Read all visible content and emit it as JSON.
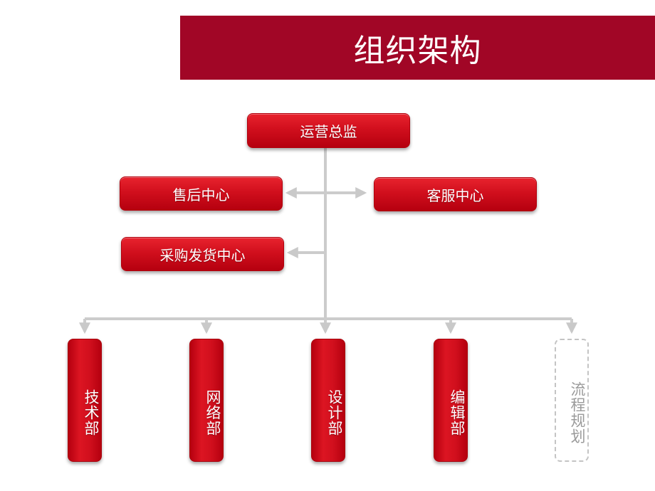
{
  "title": "组织架构",
  "nodes": {
    "top": "运营总监",
    "after_sales": "售后中心",
    "customer_service": "客服中心",
    "purchasing": "采购发货中心"
  },
  "departments": [
    {
      "label": "技术部",
      "style": "solid"
    },
    {
      "label": "网络部",
      "style": "solid"
    },
    {
      "label": "设计部",
      "style": "solid"
    },
    {
      "label": "编辑部",
      "style": "solid"
    },
    {
      "label": "流程规划",
      "style": "dashed"
    }
  ],
  "colors": {
    "title_bar": "#a10626",
    "node_red": "#d10f1d",
    "connector": "#cccccc",
    "dashed_border": "#c4c4c4"
  }
}
